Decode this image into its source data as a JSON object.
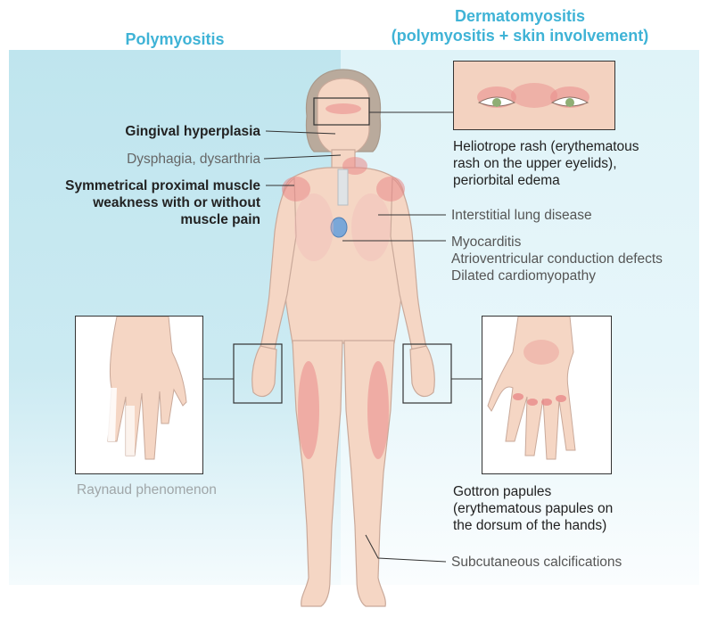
{
  "headers": {
    "left": "Polymyositis",
    "right_line1": "Dermatomyositis",
    "right_line2": "(polymyositis + skin involvement)"
  },
  "labels": {
    "gingival": "Gingival hyperplasia",
    "dysphagia": "Dysphagia, dysarthria",
    "weakness": [
      "Symmetrical proximal muscle",
      "weakness with or without",
      "muscle pain"
    ],
    "heliotrope": [
      "Heliotrope rash (erythematous",
      "rash on the upper eyelids),",
      "periorbital edema"
    ],
    "lung": "Interstitial lung disease",
    "cardiac": [
      "Myocarditis",
      "Atrioventricular conduction defects",
      "Dilated cardiomyopathy"
    ],
    "raynaud": "Raynaud phenomenon",
    "gottron": [
      "Gottron papules",
      "(erythematous papules on",
      "the dorsum of the hands)"
    ],
    "calcifications": "Subcutaneous calcifications"
  },
  "colors": {
    "header": "#3fb3d6",
    "panel_left": "#c6e8f0",
    "panel_right": "#e3f5f9",
    "skin": "#f5d6c4",
    "skin_outline": "#c9a99a",
    "rash": "#e98a8a",
    "hair": "#b9aa9c"
  }
}
